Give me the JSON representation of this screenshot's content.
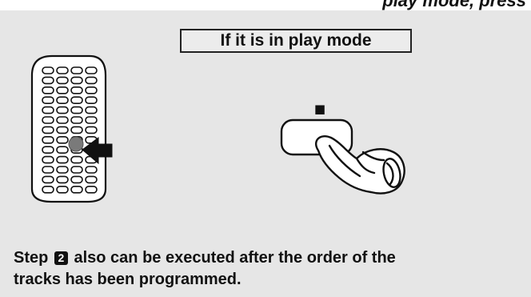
{
  "header_fragment": "play mode, press",
  "mode_box": {
    "label": "If it is in play mode"
  },
  "stop_symbol": "■",
  "note": {
    "prefix": "Step",
    "step_number": "2",
    "line1_rest": "also can be executed after the order of the",
    "line2": "tracks has been programmed."
  },
  "icons": {
    "remote": "remote-control-icon",
    "press_arrow": "press-arrow-icon",
    "stop_button": "stop-button-icon",
    "finger": "pressing-finger-icon"
  }
}
